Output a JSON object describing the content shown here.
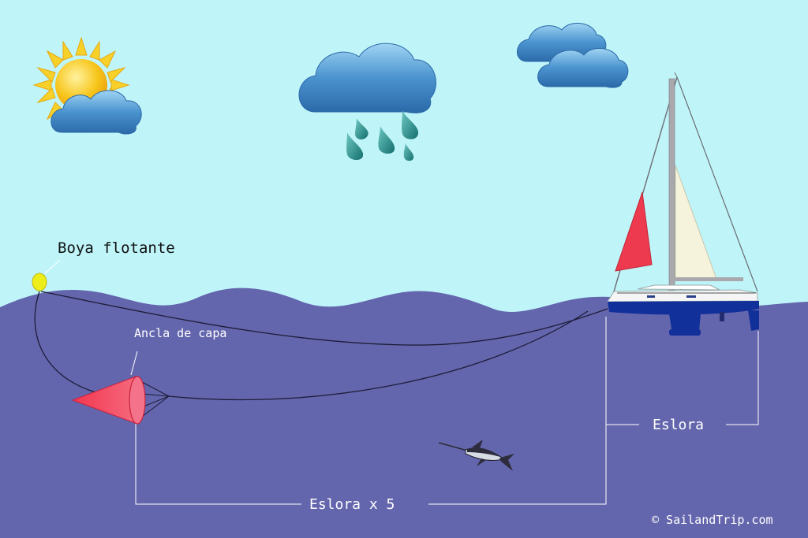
{
  "labels": {
    "buoy": "Boya flotante",
    "sea_anchor": "Ancla de capa",
    "boat_length": "Eslora",
    "rode_length": "Eslora x 5",
    "copyright": "© SailandTrip.com"
  },
  "icons": {
    "sun": "sun-icon",
    "rain_cloud": "rain-cloud-icon",
    "clouds": "cloud-icon",
    "boat": "sailboat-icon",
    "fish": "swordfish-icon",
    "drogue": "sea-anchor-icon",
    "buoy": "buoy-icon"
  },
  "colors": {
    "sky": "#bff5f9",
    "sea": "#6466ad",
    "sun": "#f7c51a",
    "cloud": "#3f86c4",
    "drogue": "#f23c58",
    "buoy": "#eded1a",
    "hull": "#12309a",
    "jib": "#ed3a4f",
    "mainsail": "#f5f3dc"
  }
}
